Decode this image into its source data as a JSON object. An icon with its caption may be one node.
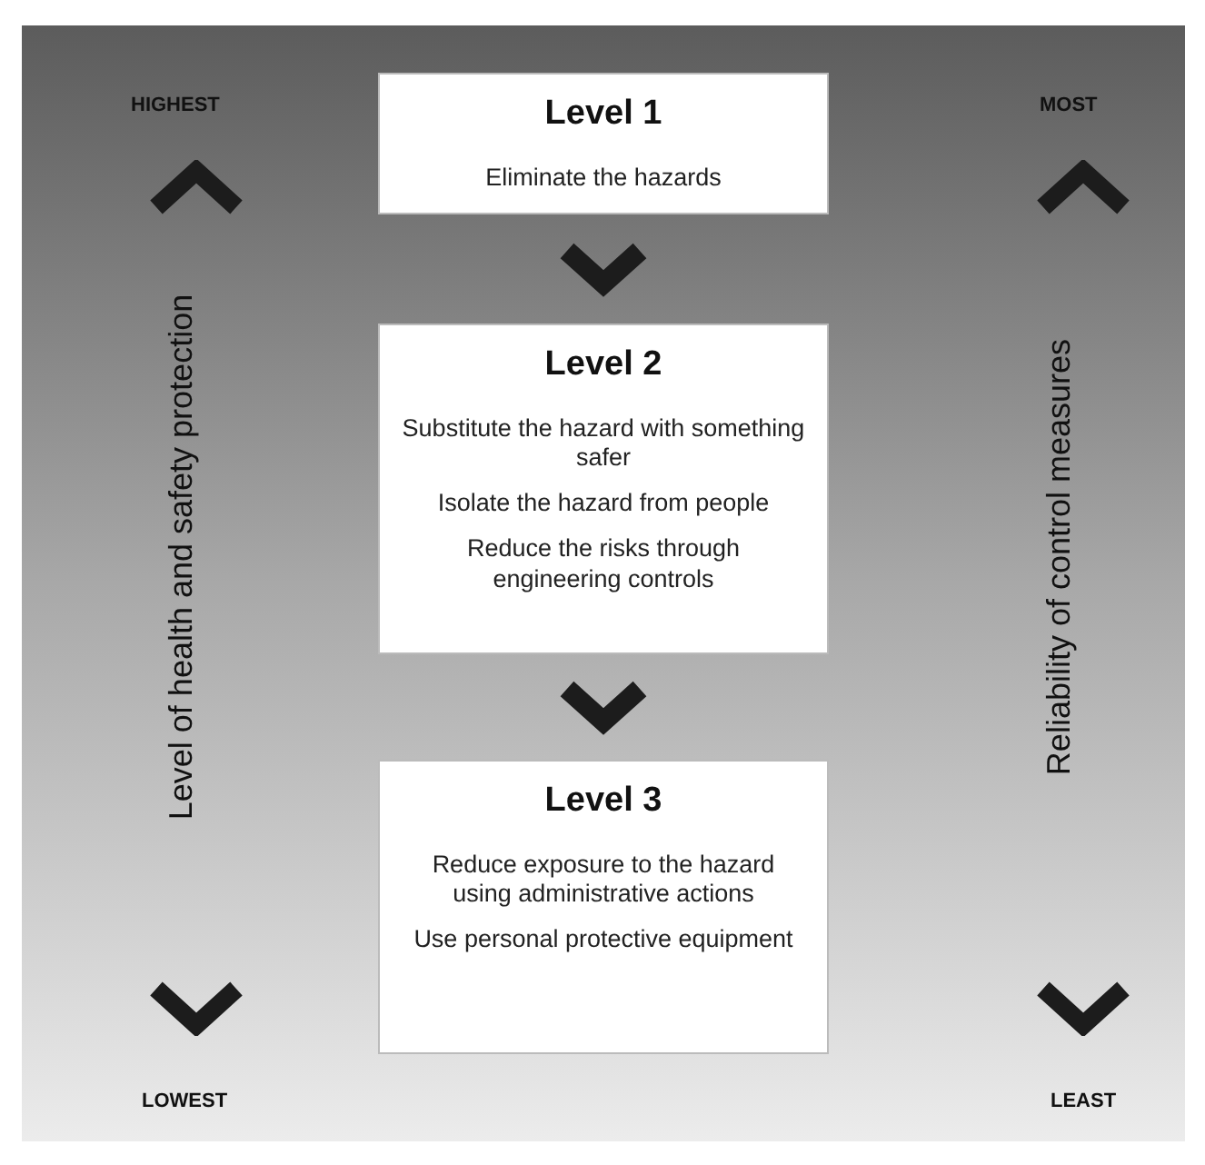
{
  "diagram": {
    "nodes": [
      {
        "text": [
          "Level 1",
          "Eliminate the hazards"
        ]
      },
      {
        "text": [
          "Level 2",
          "Substitute the hazard with something safer",
          "Isolate the hazard from people",
          "Reduce the risks through engineering controls"
        ]
      },
      {
        "text": [
          "Level 3",
          "Reduce exposure to the hazard using administrative actions",
          "Use personal protective equipment"
        ]
      }
    ],
    "edges": [
      {
        "from": 0,
        "to": 1,
        "arrow": "to"
      },
      {
        "from": 1,
        "to": 2,
        "arrow": "to"
      }
    ],
    "labels": [
      "HIGHEST",
      "MOST",
      "Level of health and safety protection",
      "Reliability of control measures",
      "LOWEST",
      "LEAST"
    ]
  }
}
